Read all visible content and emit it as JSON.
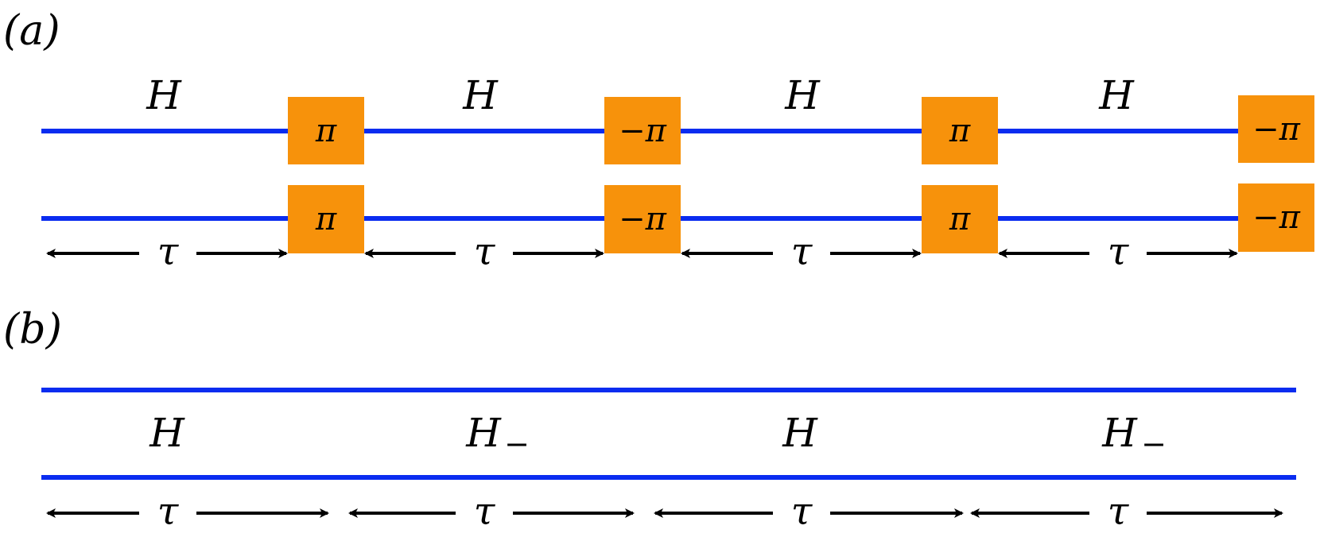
{
  "colors": {
    "line": "#0a2cf0",
    "pulse": "#f7920b",
    "text": "#000000",
    "arrow": "#000000"
  },
  "panel_a": {
    "label": "(a)",
    "hamiltonians": [
      "H",
      "H",
      "H",
      "H"
    ],
    "pulses_top": [
      "π",
      "−π",
      "π",
      "−π"
    ],
    "pulses_bottom": [
      "π",
      "−π",
      "π",
      "−π"
    ],
    "intervals": [
      "τ",
      "τ",
      "τ",
      "τ"
    ]
  },
  "panel_b": {
    "label": "(b)",
    "hamiltonians": [
      {
        "base": "H",
        "sub": ""
      },
      {
        "base": "H",
        "sub": "−"
      },
      {
        "base": "H",
        "sub": ""
      },
      {
        "base": "H",
        "sub": "−"
      }
    ],
    "intervals": [
      "τ",
      "τ",
      "τ",
      "τ"
    ]
  }
}
